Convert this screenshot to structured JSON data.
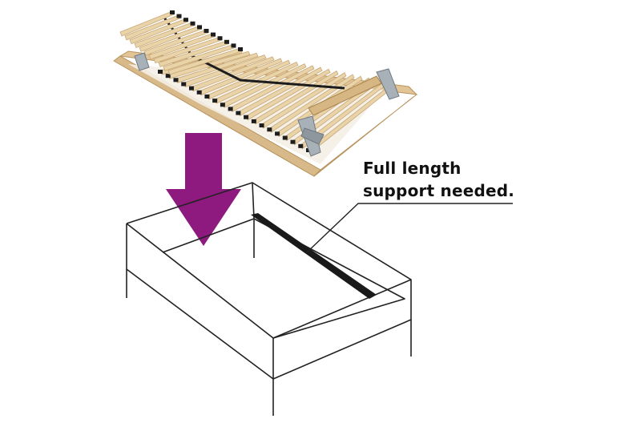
{
  "callout": {
    "line1": "Full length",
    "line2": "support needed."
  },
  "colors": {
    "arrow": "#8e1a7f",
    "outline": "#222222",
    "support_bar": "#1a1a1a",
    "slat_wood": "#e9d3a8",
    "frame_wood": "#d8b98a",
    "metal": "#9aa3ab"
  },
  "icons": {
    "arrow": "down-arrow-icon",
    "bed": "slatted-bed-base",
    "frame": "bed-frame-box"
  }
}
